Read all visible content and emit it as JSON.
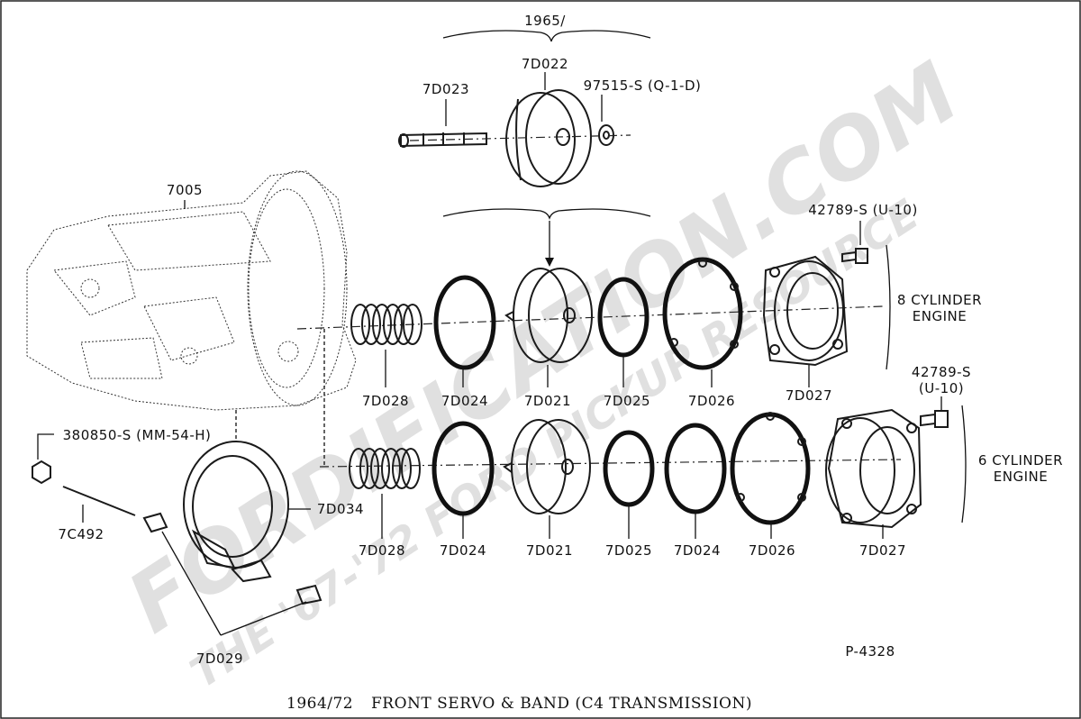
{
  "diagram": {
    "group_label_1965": "1965/",
    "labels": {
      "p_7D022": "7D022",
      "p_7D023": "7D023",
      "p_97515": "97515-S (Q-1-D)",
      "p_7005": "7005",
      "p_42789_top": "42789-S (U-10)",
      "eng8_line1": "8 CYLINDER",
      "eng8_line2": "ENGINE",
      "p_7D028_a": "7D028",
      "p_7D024_a": "7D024",
      "p_7D021_a": "7D021",
      "p_7D025_a": "7D025",
      "p_7D026_a": "7D026",
      "p_7D027_a": "7D027",
      "p_42789_bot_1": "42789-S",
      "p_42789_bot_2": "(U-10)",
      "eng6_line1": "6 CYLINDER",
      "eng6_line2": "ENGINE",
      "p_380850": "380850-S (MM-54-H)",
      "p_7C492": "7C492",
      "p_7D034": "7D034",
      "p_7D028_b": "7D028",
      "p_7D024_b": "7D024",
      "p_7D021_b": "7D021",
      "p_7D025_b": "7D025",
      "p_7D024_c": "7D024",
      "p_7D026_b": "7D026",
      "p_7D027_b": "7D027",
      "p_7D029": "7D029",
      "figure_number": "P-4328"
    },
    "caption": {
      "years": "1964/72",
      "title": "FRONT SERVO & BAND (C4 TRANSMISSION)"
    },
    "watermark": {
      "line1": "FORDIFICATION.COM",
      "line2": "THE '67-'72 FORD PICKUP RESOURCE"
    }
  }
}
